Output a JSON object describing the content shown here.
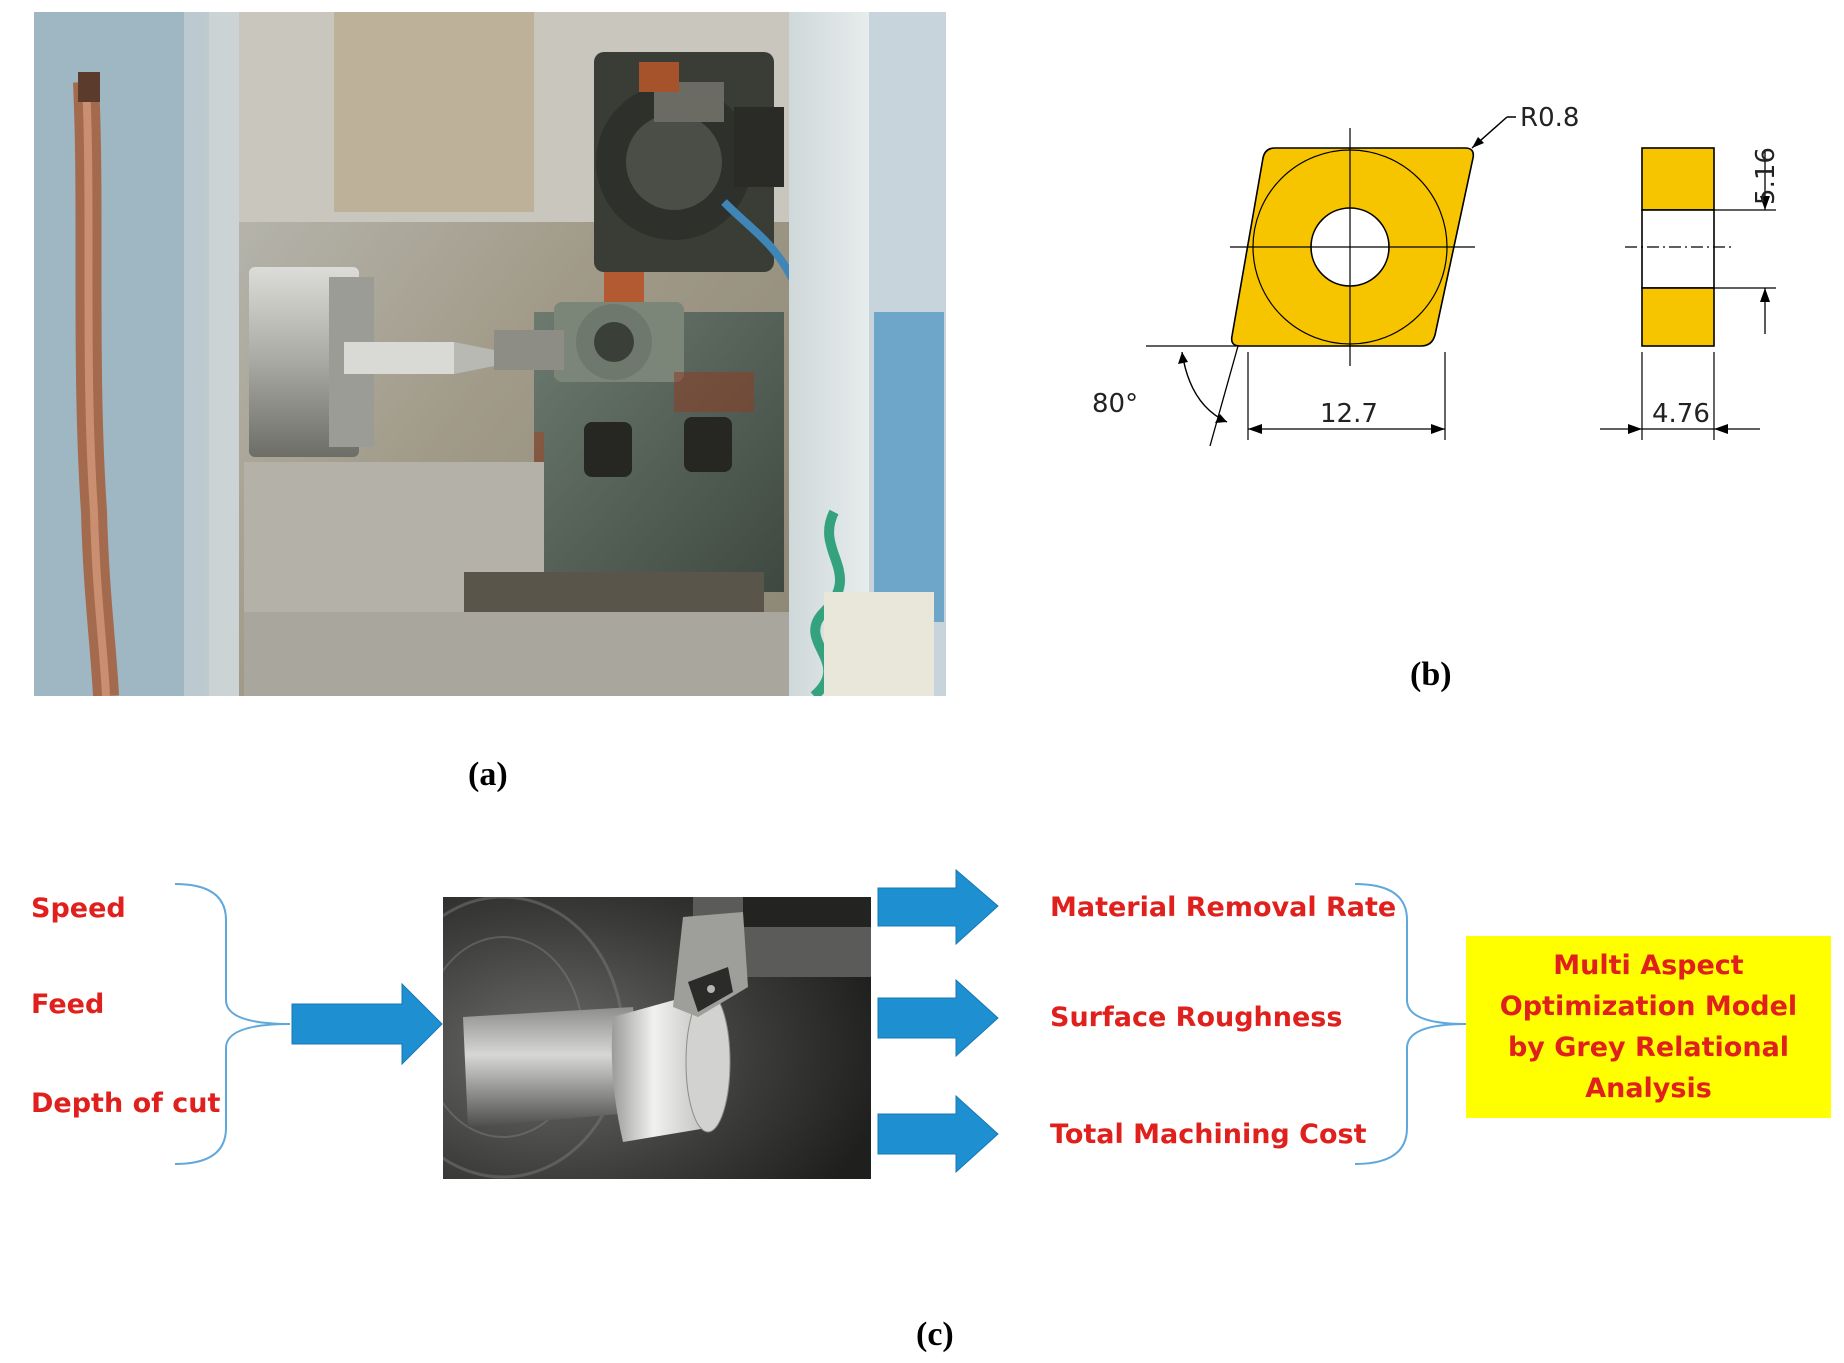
{
  "panel_a": {
    "caption": "(a)"
  },
  "panel_b": {
    "caption": "(b)",
    "dims": {
      "radius": "R0.8",
      "angle": "80°",
      "width": "12.7",
      "thickness": "4.76",
      "height": "5.16"
    },
    "colors": {
      "insert": "#f7c400",
      "line": "#000000"
    }
  },
  "panel_c": {
    "caption": "(c)",
    "inputs": [
      "Speed",
      "Feed",
      "Depth of cut"
    ],
    "outputs": [
      "Material Removal Rate",
      "Surface Roughness",
      "Total Machining Cost"
    ],
    "result": "Multi Aspect Optimization Model by Grey Relational Analysis",
    "colors": {
      "label": "#e0201c",
      "arrow": "#1e8fd0",
      "brace": "#5fa8dc",
      "result_bg": "#ffff00"
    }
  }
}
